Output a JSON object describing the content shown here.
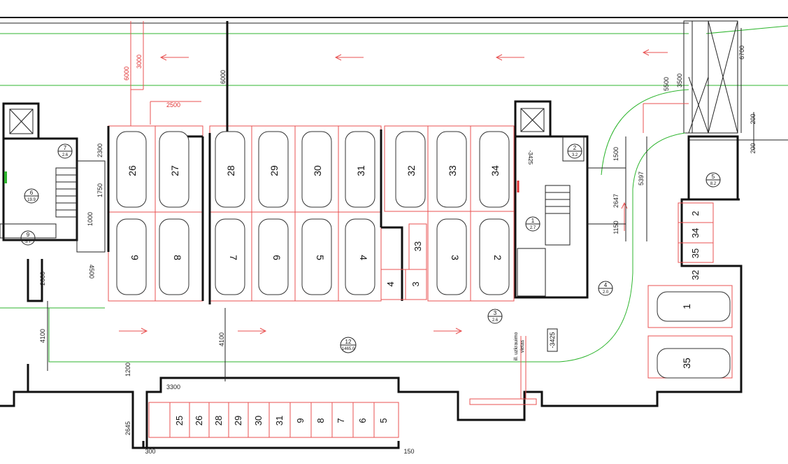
{
  "drawing": {
    "upper_row_top": [
      "26",
      "27",
      "28",
      "29",
      "30",
      "31",
      "32",
      "33",
      "34"
    ],
    "upper_row_bottom": [
      "9",
      "8",
      "7",
      "6",
      "5",
      "4",
      "3",
      "2"
    ],
    "middle_small": [
      "33",
      "4",
      "3"
    ],
    "right_small": [
      "2",
      "34",
      "35",
      "32"
    ],
    "right_cars": [
      "1",
      "35"
    ],
    "bottom_row": [
      "25",
      "26",
      "28",
      "29",
      "30",
      "31",
      "9",
      "8",
      "7",
      "6",
      "5"
    ],
    "circles": [
      {
        "top": "7",
        "bottom": "2.6"
      },
      {
        "top": "6",
        "bottom": "19.9"
      },
      {
        "top": "9",
        "bottom": "5.7"
      },
      {
        "top": "12",
        "bottom": "1465.0"
      },
      {
        "top": "3",
        "bottom": "2.6"
      },
      {
        "top": "4",
        "bottom": "2.0"
      },
      {
        "top": "5",
        "bottom": "8.2"
      },
      {
        "top": "2",
        "bottom": "3.2"
      },
      {
        "top": "1",
        "bottom": "2.7"
      }
    ],
    "level": "-3425",
    "level_right": "-3425",
    "note_line1": "ill. uzkrauimo",
    "note_line2": "vietas",
    "dims": {
      "d6000a": "6000",
      "d3000": "3000",
      "d6000b": "6000",
      "d2500": "2500",
      "d5500": "5500",
      "d3500": "3500",
      "d6700": "6700",
      "d200a": "200",
      "d200b": "200",
      "d5397": "5397",
      "d1500": "1500",
      "d2647": "2647",
      "d1150": "1150",
      "d4100a": "4100",
      "d4100b": "4100",
      "d1200": "1200",
      "d3300": "3300",
      "d2645": "2645",
      "d300": "300",
      "d150": "150",
      "d1000": "1000",
      "d2300": "2300",
      "d1750": "1750",
      "d2600": "2600",
      "d4500": "4500"
    }
  }
}
